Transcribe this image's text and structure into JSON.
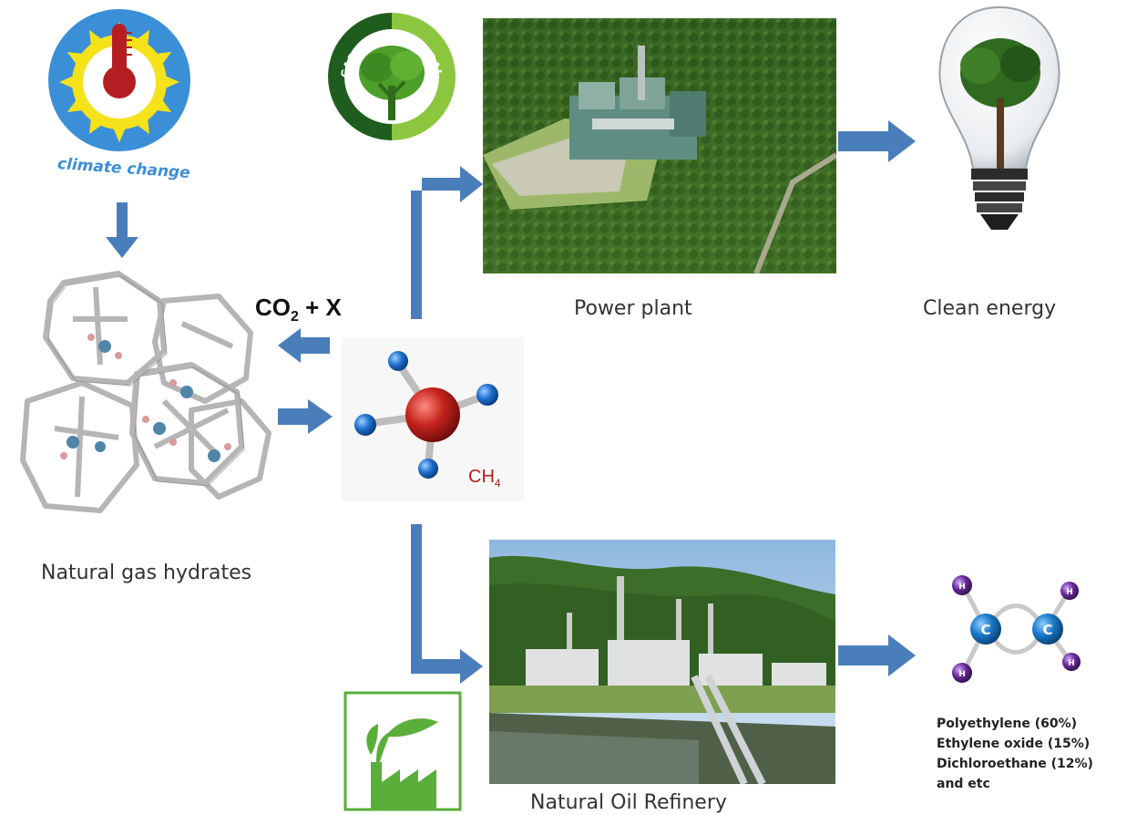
{
  "logos": {
    "climate_change": "climate change",
    "carbon_neutral_left": "CARBON",
    "carbon_neutral_right": "NEUTRAL"
  },
  "labels": {
    "reaction": "CO",
    "reaction_sub": "2",
    "reaction_rest": " + X",
    "methane_main": "CH",
    "methane_sub": "4",
    "hydrates": "Natural gas hydrates",
    "power_plant": "Power plant",
    "clean_energy": "Clean energy",
    "refinery": "Natural Oil Refinery"
  },
  "ethylene_atoms": {
    "carbon": "C",
    "hydrogen": "H"
  },
  "products": [
    "Polyethylene (60%)",
    "Ethylene oxide (15%)",
    "Dichloroethane (12%)",
    "and etc"
  ],
  "colors": {
    "arrow": "#4a7ebb",
    "methane_center": "#b0201c",
    "methane_outer": "#1f6fd0",
    "forest": "#3d6b2a",
    "logo_green": "#5aae3a",
    "climate_blue": "#3b8fd6",
    "climate_yellow": "#f5e21a"
  }
}
